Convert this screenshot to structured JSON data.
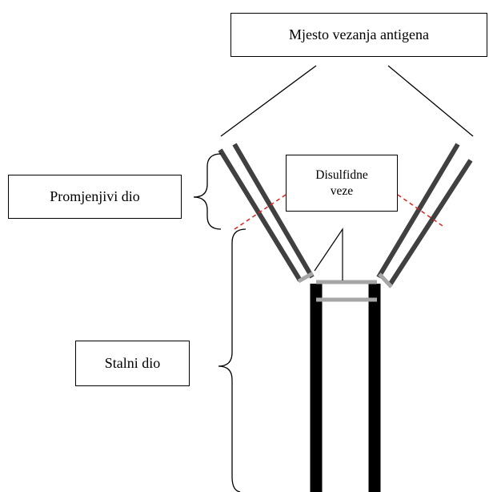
{
  "labels": {
    "antigen_binding_site": "Mjesto vezanja antigena",
    "variable_region": "Promjenjivi dio",
    "disulfide_bonds_line1": "Disulfidne",
    "disulfide_bonds_line2": "veze",
    "constant_region": "Stalni dio"
  },
  "colors": {
    "heavy_chain": "#000000",
    "light_chain": "#404040",
    "disulfide_bond": "#a6a6a6",
    "boundary_dash": "#e02020",
    "outline": "#000000",
    "background": "#ffffff"
  }
}
